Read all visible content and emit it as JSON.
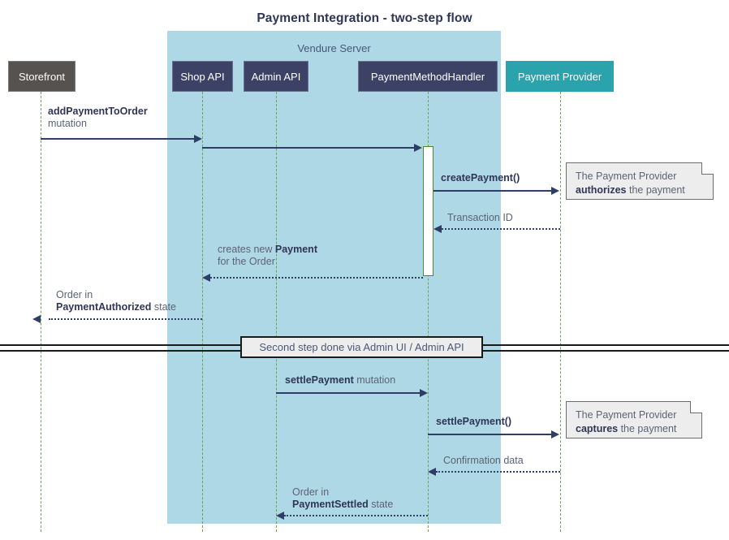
{
  "diagram": {
    "title": "Payment Integration - two-step flow",
    "type": "sequence-diagram",
    "colors": {
      "group_fill": "#aed8e6",
      "actor_dark": "#3b4266",
      "actor_grey": "#55524f",
      "actor_teal": "#2ba3ad",
      "lifeline": "#6aa84f",
      "message": "#2f3e69",
      "note_fill": "#ededed",
      "title_text": "#2f3555"
    }
  },
  "group": {
    "label": "Vendure Server"
  },
  "participants": [
    {
      "name": "Storefront",
      "style": "grey"
    },
    {
      "name": "Shop API",
      "style": "dark"
    },
    {
      "name": "Admin API",
      "style": "dark"
    },
    {
      "name": "PaymentMethodHandler",
      "style": "dark"
    },
    {
      "name": "Payment Provider",
      "style": "teal"
    }
  ],
  "messages": [
    {
      "id": "m1",
      "bold": "addPaymentToOrder",
      "rest": "mutation",
      "from": "Storefront",
      "to": "Shop API",
      "kind": "solid",
      "dir": "right"
    },
    {
      "id": "m2",
      "bold": "",
      "rest": "",
      "from": "Shop API",
      "to": "PaymentMethodHandler",
      "kind": "solid",
      "dir": "right"
    },
    {
      "id": "m3",
      "bold": "createPayment()",
      "rest": "",
      "from": "PaymentMethodHandler",
      "to": "Payment Provider",
      "kind": "solid",
      "dir": "right"
    },
    {
      "id": "m4",
      "bold": "",
      "rest": "Transaction ID",
      "from": "Payment Provider",
      "to": "PaymentMethodHandler",
      "kind": "dotted",
      "dir": "left"
    },
    {
      "id": "m5",
      "line1_pre": "creates new ",
      "line1_bold": "Payment",
      "line2": "for the Order",
      "from": "PaymentMethodHandler",
      "to": "Shop API",
      "kind": "dotted",
      "dir": "left"
    },
    {
      "id": "m6",
      "line1": "Order in",
      "line2_bold": "PaymentAuthorized",
      "line2_post": " state",
      "from": "Shop API",
      "to": "Storefront",
      "kind": "dotted",
      "dir": "left"
    },
    {
      "id": "m7",
      "bold": "settlePayment",
      "rest": " mutation",
      "from": "Admin API",
      "to": "PaymentMethodHandler",
      "kind": "solid",
      "dir": "right"
    },
    {
      "id": "m8",
      "bold": "settlePayment()",
      "rest": "",
      "from": "PaymentMethodHandler",
      "to": "Payment Provider",
      "kind": "solid",
      "dir": "right"
    },
    {
      "id": "m9",
      "bold": "",
      "rest": "Confirmation data",
      "from": "Payment Provider",
      "to": "PaymentMethodHandler",
      "kind": "dotted",
      "dir": "left"
    },
    {
      "id": "m10",
      "line1": "Order in",
      "line2_bold": "PaymentSettled",
      "line2_post": " state",
      "from": "PaymentMethodHandler",
      "to": "Admin API",
      "kind": "dotted",
      "dir": "left"
    }
  ],
  "notes": [
    {
      "id": "n1",
      "line1": "The Payment Provider",
      "line2_bold": "authorizes",
      "line2_post": " the payment"
    },
    {
      "id": "n2",
      "line1": "The Payment Provider",
      "line2_bold": "captures",
      "line2_post": " the payment"
    }
  ],
  "divider": {
    "label": "Second step done via Admin UI / Admin API"
  }
}
